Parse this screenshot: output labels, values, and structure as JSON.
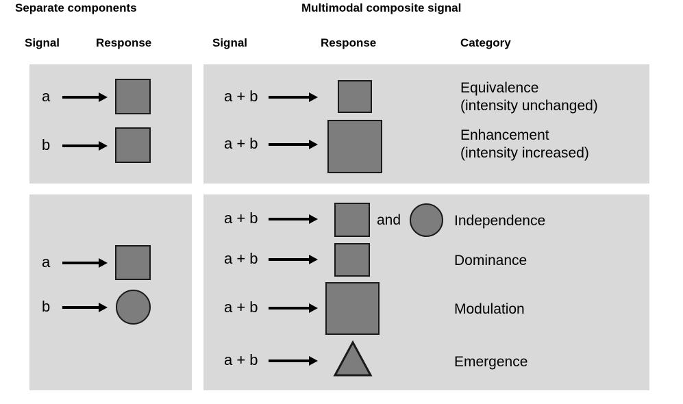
{
  "headings": {
    "separate_components": "Separate components",
    "multimodal_composite": "Multimodal composite signal"
  },
  "column_headers": {
    "signal_left": "Signal",
    "response_left": "Response",
    "signal_right": "Signal",
    "response_right": "Response",
    "category": "Category"
  },
  "colors": {
    "panel_background": "#d9d9d9",
    "shape_fill": "#7d7d7d",
    "shape_stroke": "#1a1a1a",
    "text": "#000000",
    "page_background": "#ffffff"
  },
  "panels": {
    "top_left": {
      "name": "separate-components-unimodal",
      "rows": [
        {
          "signal": "a",
          "arrow": "right-arrow",
          "response_shape": "square"
        },
        {
          "signal": "b",
          "arrow": "right-arrow",
          "response_shape": "square"
        }
      ]
    },
    "top_right": {
      "name": "multimodal-equivalence-enhancement",
      "rows": [
        {
          "signal": "a + b",
          "arrow": "right-arrow",
          "response_shape": "square",
          "response_size": "small",
          "category": "Equivalence",
          "category_detail": "(intensity unchanged)"
        },
        {
          "signal": "a + b",
          "arrow": "right-arrow",
          "response_shape": "square",
          "response_size": "large",
          "category": "Enhancement",
          "category_detail": "(intensity increased)"
        }
      ]
    },
    "bottom_left": {
      "name": "separate-components-crossmodal",
      "rows": [
        {
          "signal": "a",
          "arrow": "right-arrow",
          "response_shape": "square"
        },
        {
          "signal": "b",
          "arrow": "right-arrow",
          "response_shape": "circle"
        }
      ]
    },
    "bottom_right": {
      "name": "multimodal-interaction-categories",
      "conjunction": "and",
      "rows": [
        {
          "signal": "a + b",
          "arrow": "right-arrow",
          "response_shape": "square-and-circle",
          "response_size": "medium",
          "category": "Independence"
        },
        {
          "signal": "a + b",
          "arrow": "right-arrow",
          "response_shape": "square",
          "response_size": "medium",
          "category": "Dominance"
        },
        {
          "signal": "a + b",
          "arrow": "right-arrow",
          "response_shape": "square",
          "response_size": "large",
          "category": "Modulation"
        },
        {
          "signal": "a + b",
          "arrow": "right-arrow",
          "response_shape": "triangle",
          "response_size": "medium",
          "category": "Emergence"
        }
      ]
    }
  }
}
